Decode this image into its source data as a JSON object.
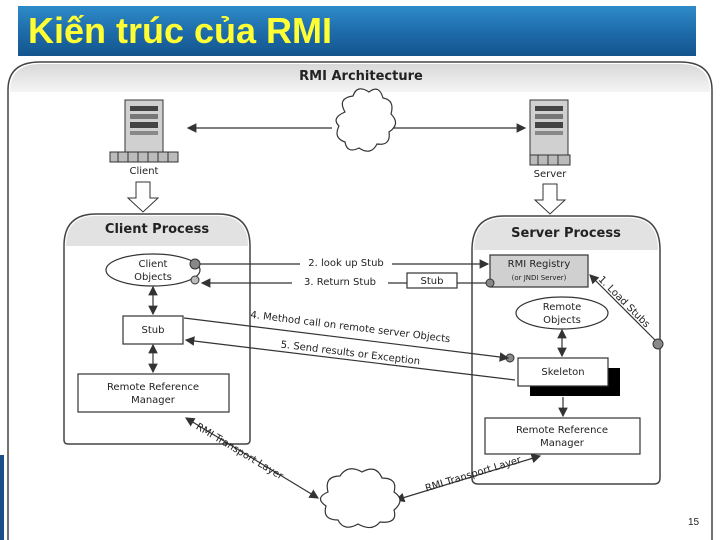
{
  "slide": {
    "title": "Kiến trúc của RMI",
    "page_number": "15"
  },
  "diagram": {
    "heading": "RMI Architecture",
    "client_label": "Client",
    "server_label": "Server",
    "client_process": "Client Process",
    "server_process": "Server Process",
    "client_objects_line1": "Client",
    "client_objects_line2": "Objects",
    "stub_client": "Stub",
    "rrm_client_line1": "Remote Reference",
    "rrm_client_line2": "Manager",
    "rmi_registry_line1": "RMI Registry",
    "rmi_registry_line2": "(or JNDI Server)",
    "remote_objects_line1": "Remote",
    "remote_objects_line2": "Objects",
    "skeleton": "Skeleton",
    "rrm_server_line1": "Remote Reference",
    "rrm_server_line2": "Manager",
    "stub_middle": "Stub",
    "arrow_lookup": "2. look up Stub",
    "arrow_return": "3. Return Stub",
    "arrow_load": "1. Load Stubs",
    "arrow_method": "4. Method call on remote server Objects",
    "arrow_send": "5. Send results or Exception",
    "transport_left": "RMI Transport Layer",
    "transport_right": "RMI Transport Layer"
  },
  "colors": {
    "title_text": "#ffff33",
    "title_bar": "#1d6aa8",
    "line": "#333333"
  }
}
